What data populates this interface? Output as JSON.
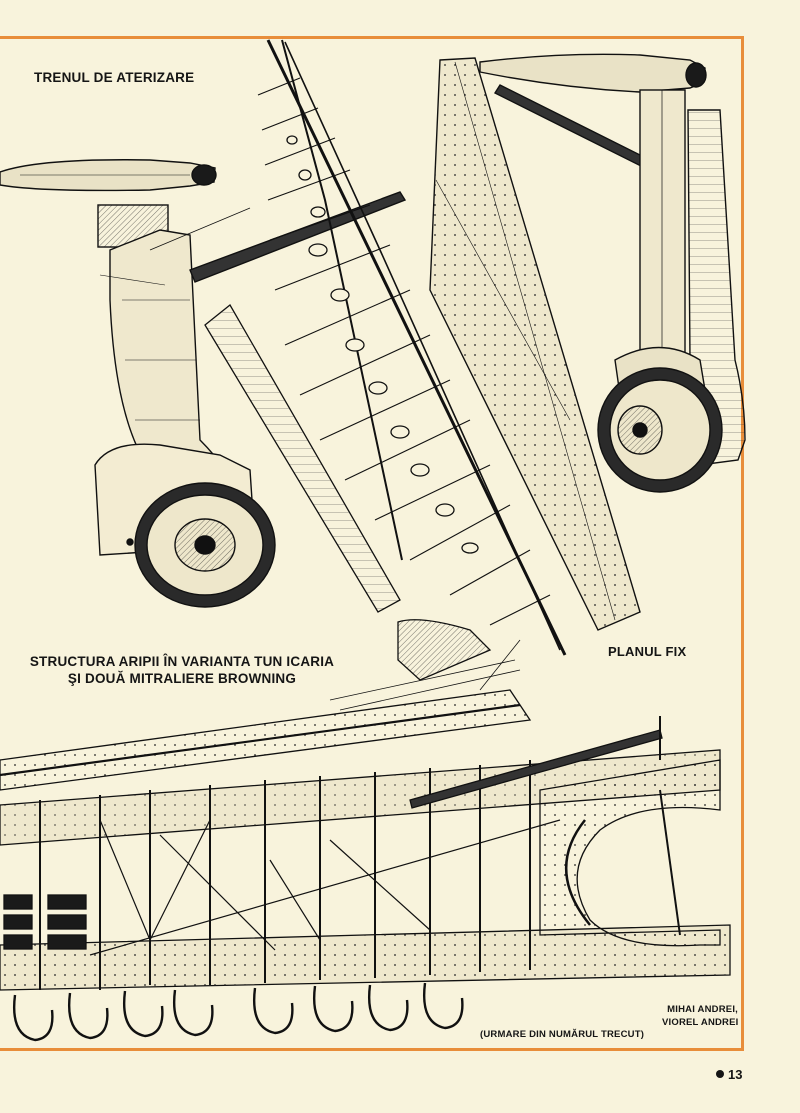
{
  "headings": {
    "landing_gear": "TRENUL DE ATERIZARE",
    "wing_structure_line1": "STRUCTURA ARIPII ÎN VARIANTA TUN ICARIA",
    "wing_structure_line2": "ŞI DOUĂ MITRALIERE BROWNING",
    "fixed_plane": "PLANUL FIX"
  },
  "credits": {
    "line1": "MIHAI ANDREI,",
    "line2": "VIOREL ANDREI"
  },
  "continuation_note": "(URMARE DIN NUMĂRUL TRECUT)",
  "page_number": "13",
  "colors": {
    "paper": "#f8f3dc",
    "frame": "#e88d3a",
    "ink": "#151515"
  }
}
